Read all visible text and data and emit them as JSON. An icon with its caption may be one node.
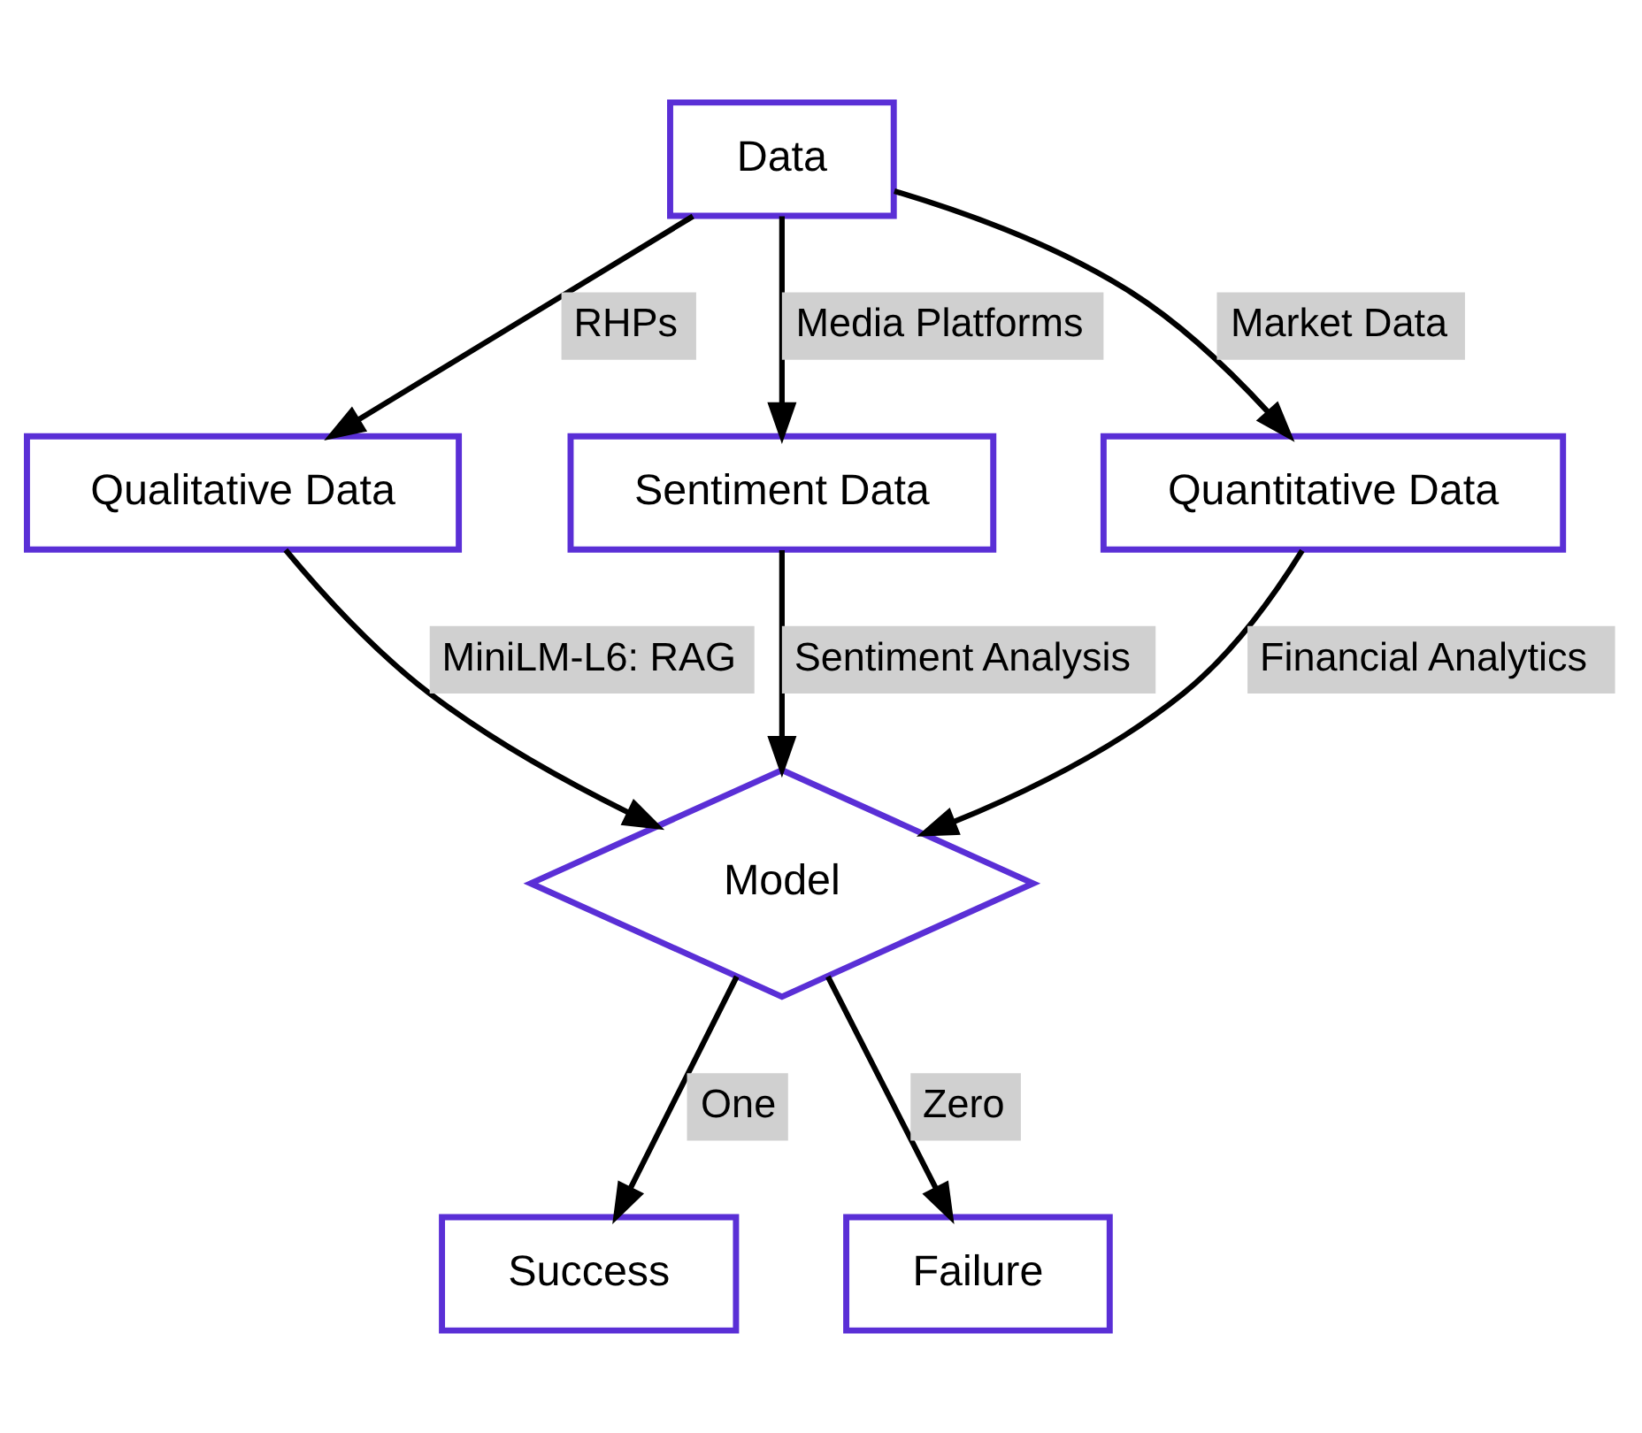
{
  "diagram": {
    "nodes": [
      {
        "text": [
          "Data"
        ]
      },
      {
        "text": [
          "Qualitative Data"
        ]
      },
      {
        "text": [
          "Sentiment Data"
        ]
      },
      {
        "text": [
          "Quantitative Data"
        ]
      },
      {
        "text": [
          "Model"
        ]
      },
      {
        "text": [
          "Success"
        ]
      },
      {
        "text": [
          "Failure"
        ]
      }
    ],
    "edges": [
      {
        "from": 0,
        "to": 1,
        "arrow": "to",
        "label": "RHPs"
      },
      {
        "from": 0,
        "to": 2,
        "arrow": "to",
        "label": "Media Platforms"
      },
      {
        "from": 0,
        "to": 3,
        "arrow": "to",
        "label": "Market Data"
      },
      {
        "from": 1,
        "to": 4,
        "arrow": "to",
        "label": "MiniLM-L6: RAG"
      },
      {
        "from": 2,
        "to": 4,
        "arrow": "to",
        "label": "Sentiment Analysis"
      },
      {
        "from": 3,
        "to": 4,
        "arrow": "to",
        "label": "Financial Analytics"
      },
      {
        "from": 4,
        "to": 5,
        "arrow": "to",
        "label": "One"
      },
      {
        "from": 4,
        "to": 6,
        "arrow": "to",
        "label": "Zero"
      }
    ]
  }
}
